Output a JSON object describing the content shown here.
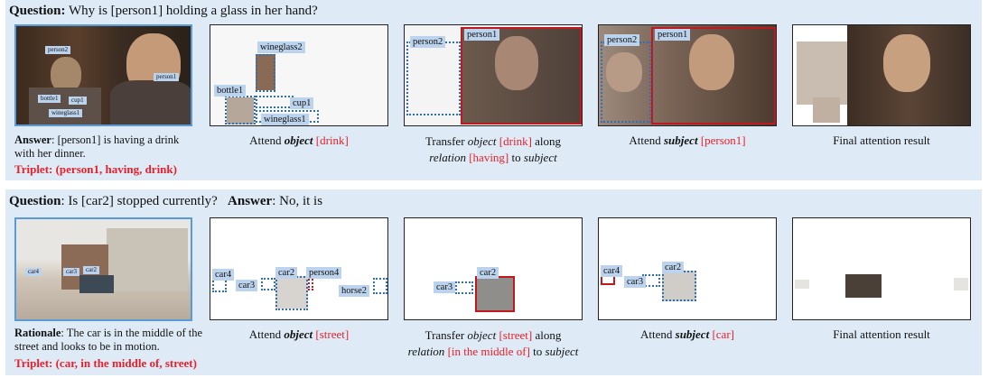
{
  "example1": {
    "question_label": "Question:",
    "question_text": " Why is [person1] holding a glass in her hand?",
    "answer_label": "Answer",
    "answer_text": ": [person1] is having a drink with her dinner.",
    "triplet": "Triplet: (person1, having, drink)",
    "photo_labels": [
      "person2",
      "person1",
      "cup1",
      "bottle1",
      "wineglass1"
    ],
    "panel2": {
      "labels": [
        "wineglass2",
        "bottle1",
        "cup1",
        "wineglass1"
      ],
      "caption_plain": "Attend ",
      "caption_role": "object",
      "caption_token": " [drink]"
    },
    "panel3": {
      "labels": [
        "person2",
        "person1"
      ],
      "line1_a": "Transfer ",
      "line1_role": "object",
      "line1_token": " [drink]",
      "line1_b": " along",
      "line2_role": "relation",
      "line2_token": " [having]",
      "line2_b": " to ",
      "line2_target": "subject"
    },
    "panel4": {
      "labels": [
        "person2",
        "person1"
      ],
      "caption_plain": "Attend ",
      "caption_role": "subject",
      "caption_token": " [person1]"
    },
    "panel5": {
      "caption": "Final attention result"
    }
  },
  "example2": {
    "question_label": "Question",
    "question_text": ": Is [car2] stopped currently?",
    "answer_label": "Answer",
    "answer_text": ": No, it is",
    "rationale_label": "Rationale",
    "rationale_text": ": The car is in the middle of the street and looks to be in motion.",
    "triplet": "Triplet: (car, in the middle of, street)",
    "photo_labels": [
      "car2",
      "car3",
      "car4"
    ],
    "panel2": {
      "labels": [
        "car4",
        "car3",
        "car2",
        "person4",
        "horse2"
      ],
      "caption_plain": "Attend ",
      "caption_role": "object",
      "caption_token": " [street]"
    },
    "panel3": {
      "labels": [
        "car2",
        "car3"
      ],
      "line1_a": "Transfer ",
      "line1_role": "object",
      "line1_token": " [street]",
      "line1_b": " along",
      "line2_role": "relation",
      "line2_token": " [in the middle of]",
      "line2_b": " to ",
      "line2_target": "subject"
    },
    "panel4": {
      "labels": [
        "car4",
        "car2",
        "car3"
      ],
      "caption_plain": "Attend ",
      "caption_role": "subject",
      "caption_token": " [car]"
    },
    "panel5": {
      "caption": "Final attention result"
    }
  }
}
